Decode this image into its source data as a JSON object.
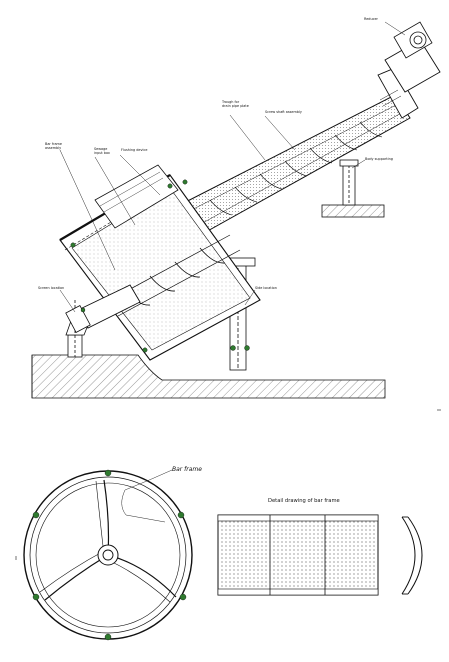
{
  "labels": {
    "reducer": "Reducer",
    "trough": "Trough for\ndrain pipe plate",
    "screw_shaft": "Screw shaft assembly",
    "body_supporting": "Body supporting",
    "bar_frame_assembly": "Bar frame\nassembly",
    "sewage_input_box": "Sewage\ninput box",
    "flushing_device": "Flushing device",
    "screen_location": "Screen location",
    "side_location": "Side location",
    "bar_frame": "Bar frame",
    "detail_drawing": "Detail drawing of bar frame"
  },
  "colors": {
    "line": "#111111",
    "weld_marks": "#2f7a2f",
    "paper": "#ffffff"
  }
}
